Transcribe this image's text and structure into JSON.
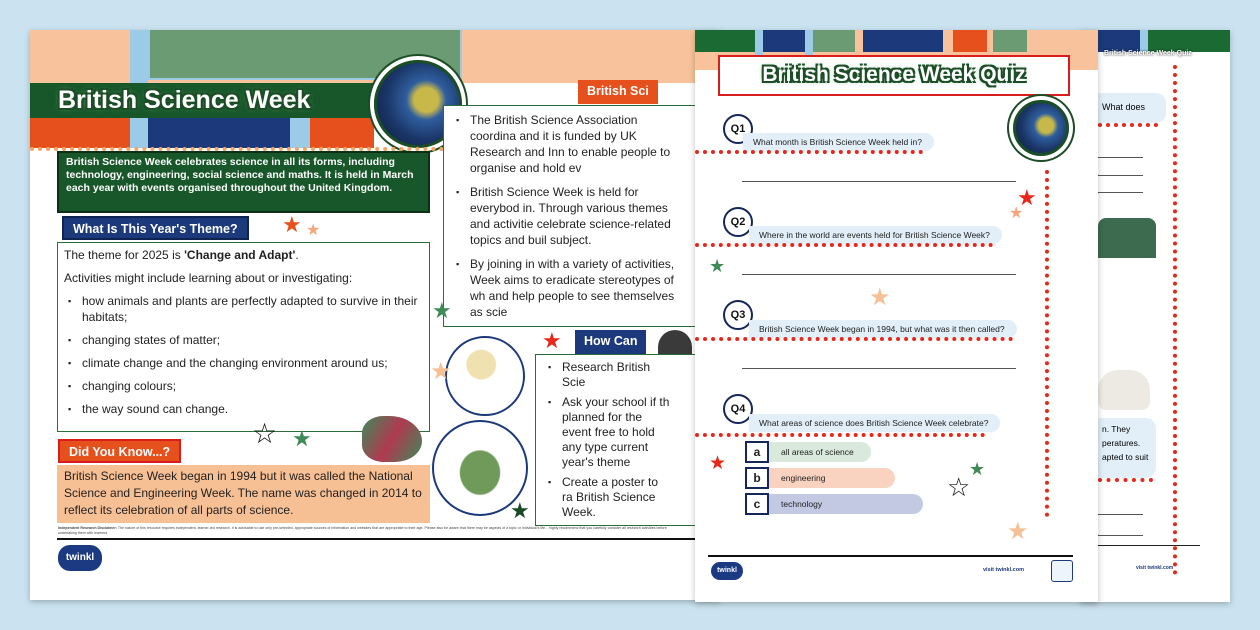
{
  "poster": {
    "title": "British Science Week",
    "intro": "British Science Week celebrates science in all its forms, including technology, engineering, social science and maths. It is held in March each year with events organised throughout the United Kingdom.",
    "theme_heading": "What Is This Year's Theme?",
    "theme_prefix": "The theme for 2025 is ",
    "theme_name": "'Change and Adapt'",
    "theme_suffix": ".",
    "activities_intro": "Activities might include learning about or investigating:",
    "activities": [
      "how animals and plants are perfectly adapted to survive in their habitats;",
      "changing states of matter;",
      "climate change and the changing environment around us;",
      "changing colours;",
      "the way sound can change."
    ],
    "did_you_know_heading": "Did You Know...?",
    "did_you_know_text": "British Science Week began in 1994 but it was called the National Science and Engineering Week. The name was changed in 2014 to reflect its celebration of all parts of science.",
    "about_heading": "British Sci",
    "about_bullets": [
      "The British Science Association coordina and it is funded by UK Research and Inn to enable people to organise and hold ev",
      "British Science Week is held for everybod in. Through various themes and activitie celebrate science-related topics and buil subject.",
      "By joining in with a variety of activities, Week aims to eradicate stereotypes of wh and help people to see themselves as scie"
    ],
    "how_heading": "How Can",
    "how_bullets": [
      "Research British Scie",
      "Ask your school if th planned for the event free to hold any type current year's theme",
      "Create a poster to ra British Science Week."
    ],
    "disclaimer_title": "Independent Research Disclaimer:",
    "disclaimer_text": "The nature of this resource requires independent, learner-led research. It is advisable to use only pre-selected, appropriate sources of information and websites that are appropriate to their age. Please also be aware that there may be aspects of a topic or individual's life... highly recommend that you carefully consider all research activities before undertaking them with learners.",
    "logo": "twinkl"
  },
  "quiz": {
    "title": "British Science Week Quiz",
    "questions": [
      {
        "num": "Q1",
        "text": "What month is British Science Week held in?"
      },
      {
        "num": "Q2",
        "text": "Where in the world are events held for British Science Week?"
      },
      {
        "num": "Q3",
        "text": "British Science Week began in 1994, but what was it then called?"
      },
      {
        "num": "Q4",
        "text": "What areas of science does British Science Week celebrate?"
      }
    ],
    "options": [
      {
        "key": "a",
        "text": "all areas of science",
        "color": "#d9eadc"
      },
      {
        "key": "b",
        "text": "engineering",
        "color": "#f9d3bf"
      },
      {
        "key": "c",
        "text": "technology",
        "color": "#c3c9e3"
      }
    ],
    "footer_link": "visit twinkl.com",
    "logo": "twinkl"
  },
  "back_page": {
    "title": "British Science Week Quiz",
    "question_fragment": "What does",
    "text_fragment_1": "n. They",
    "text_fragment_2": "peratures.",
    "text_fragment_3": "apted to suit",
    "footer_link": "visit twinkl.com"
  },
  "colors": {
    "green": "#1b5a2c",
    "navy": "#1c3a7b",
    "orange": "#e5501d",
    "peach": "#f8c39c",
    "sage": "#6a9b72",
    "light_blue": "#9ccbe8",
    "red_dots": "#e8261a"
  }
}
